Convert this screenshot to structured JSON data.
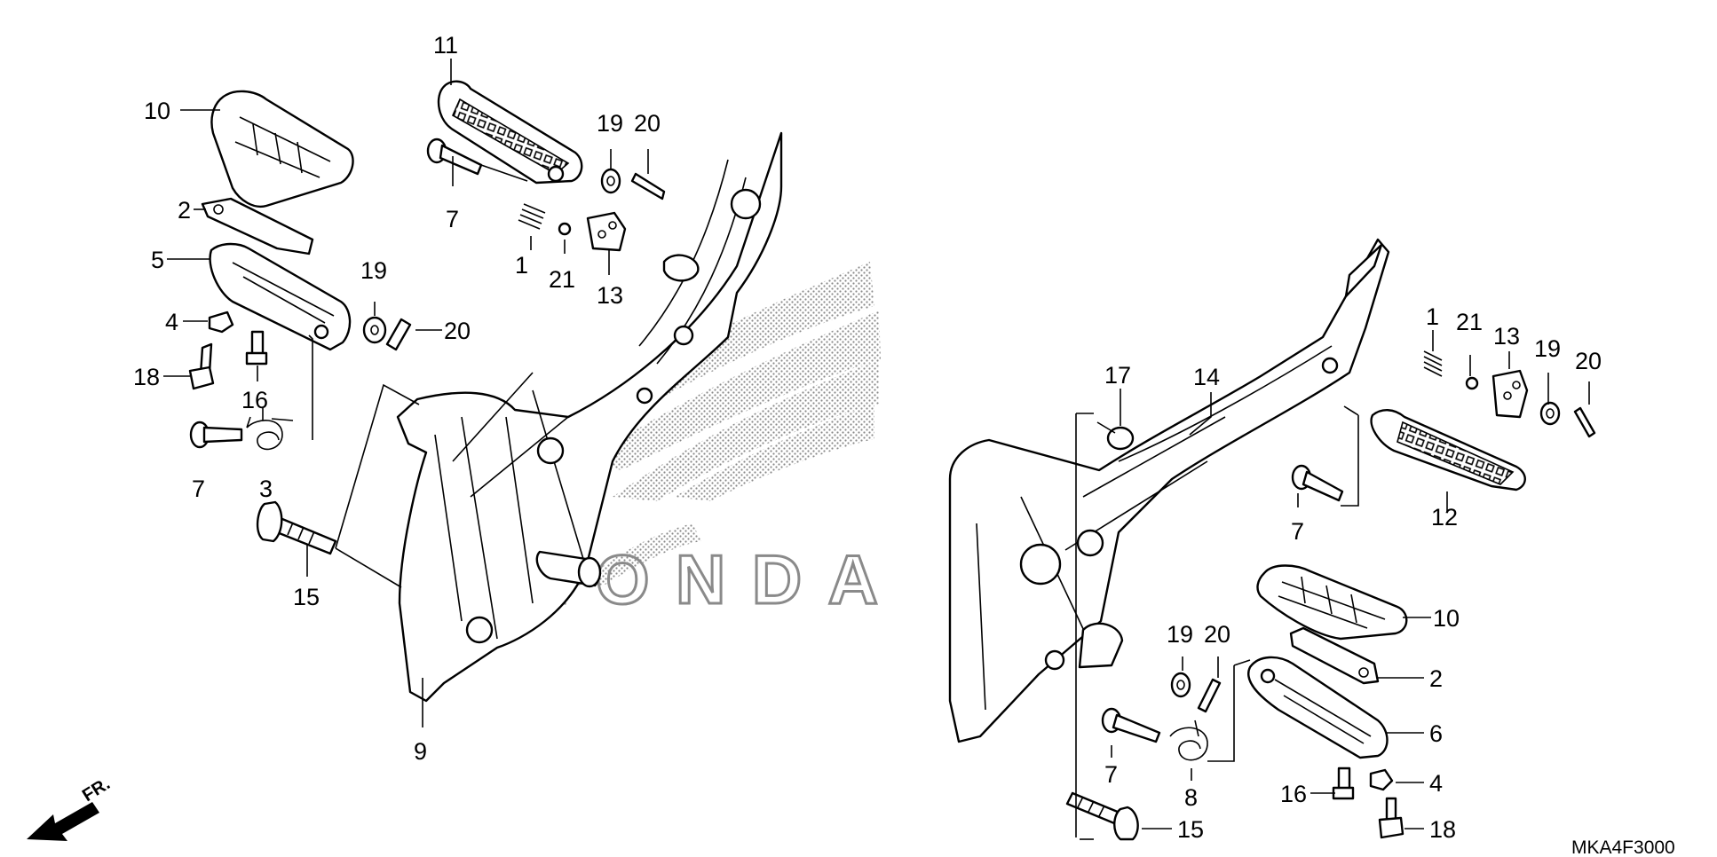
{
  "diagram": {
    "drawing_code": "MKA4F3000",
    "direction_label": "FR.",
    "watermark_text": "HONDA",
    "callouts": [
      {
        "id": "l10",
        "text": "10"
      },
      {
        "id": "l2",
        "text": "2"
      },
      {
        "id": "l5",
        "text": "5"
      },
      {
        "id": "l4",
        "text": "4"
      },
      {
        "id": "l18",
        "text": "18"
      },
      {
        "id": "l16",
        "text": "16"
      },
      {
        "id": "l7a",
        "text": "7"
      },
      {
        "id": "l3",
        "text": "3"
      },
      {
        "id": "l15",
        "text": "15"
      },
      {
        "id": "l9",
        "text": "9"
      },
      {
        "id": "l11",
        "text": "11"
      },
      {
        "id": "l7b",
        "text": "7"
      },
      {
        "id": "l19a",
        "text": "19"
      },
      {
        "id": "l20a",
        "text": "20"
      },
      {
        "id": "l1a",
        "text": "1"
      },
      {
        "id": "l21a",
        "text": "21"
      },
      {
        "id": "l13a",
        "text": "13"
      },
      {
        "id": "l19b",
        "text": "19"
      },
      {
        "id": "l20b",
        "text": "20"
      },
      {
        "id": "l17",
        "text": "17"
      },
      {
        "id": "l14",
        "text": "14"
      },
      {
        "id": "l1b",
        "text": "1"
      },
      {
        "id": "l21b",
        "text": "21"
      },
      {
        "id": "l13b",
        "text": "13"
      },
      {
        "id": "l19c",
        "text": "19"
      },
      {
        "id": "l20c",
        "text": "20"
      },
      {
        "id": "l7c",
        "text": "7"
      },
      {
        "id": "l12",
        "text": "12"
      },
      {
        "id": "l10b",
        "text": "10"
      },
      {
        "id": "l2b",
        "text": "2"
      },
      {
        "id": "l6",
        "text": "6"
      },
      {
        "id": "l19d",
        "text": "19"
      },
      {
        "id": "l20d",
        "text": "20"
      },
      {
        "id": "l7d",
        "text": "7"
      },
      {
        "id": "l8",
        "text": "8"
      },
      {
        "id": "l16b",
        "text": "16"
      },
      {
        "id": "l4b",
        "text": "4"
      },
      {
        "id": "l18b",
        "text": "18"
      },
      {
        "id": "l15b",
        "text": "15"
      }
    ]
  }
}
